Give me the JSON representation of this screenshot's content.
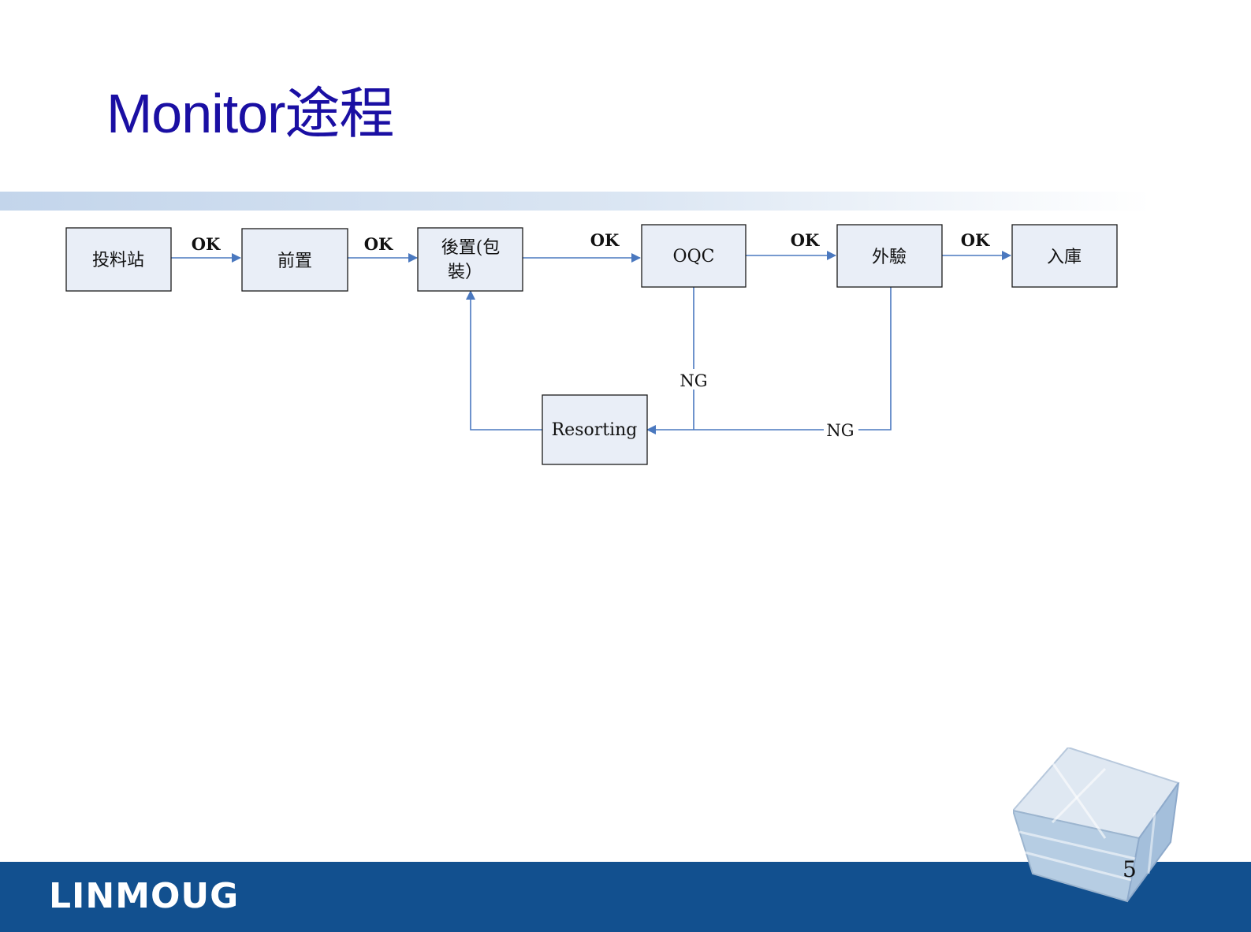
{
  "slide": {
    "title": "Monitor途程",
    "page_number": "5",
    "logo_text": "LINMOUG"
  },
  "colors": {
    "title": "#1a0fa3",
    "arrow": "#4a78bf",
    "box_fill": "#e9eef7",
    "footer": "#12508f"
  },
  "diagram": {
    "nodes": [
      {
        "id": "n1",
        "label": "投料站"
      },
      {
        "id": "n2",
        "label": "前置"
      },
      {
        "id": "n3",
        "label_lines": [
          "後置(包",
          "裝）"
        ]
      },
      {
        "id": "n4",
        "label": "OQC"
      },
      {
        "id": "n5",
        "label": "外驗"
      },
      {
        "id": "n6",
        "label": "入庫"
      },
      {
        "id": "n7",
        "label": "Resorting"
      }
    ],
    "edges": [
      {
        "from": "n1",
        "to": "n2",
        "label": "OK"
      },
      {
        "from": "n2",
        "to": "n3",
        "label": "OK"
      },
      {
        "from": "n3",
        "to": "n4",
        "label": "OK"
      },
      {
        "from": "n4",
        "to": "n5",
        "label": "OK"
      },
      {
        "from": "n5",
        "to": "n6",
        "label": "OK"
      },
      {
        "from": "n4",
        "to": "n7",
        "label": "NG"
      },
      {
        "from": "n5",
        "to": "n7",
        "label": "NG"
      },
      {
        "from": "n7",
        "to": "n3",
        "label": ""
      }
    ]
  }
}
